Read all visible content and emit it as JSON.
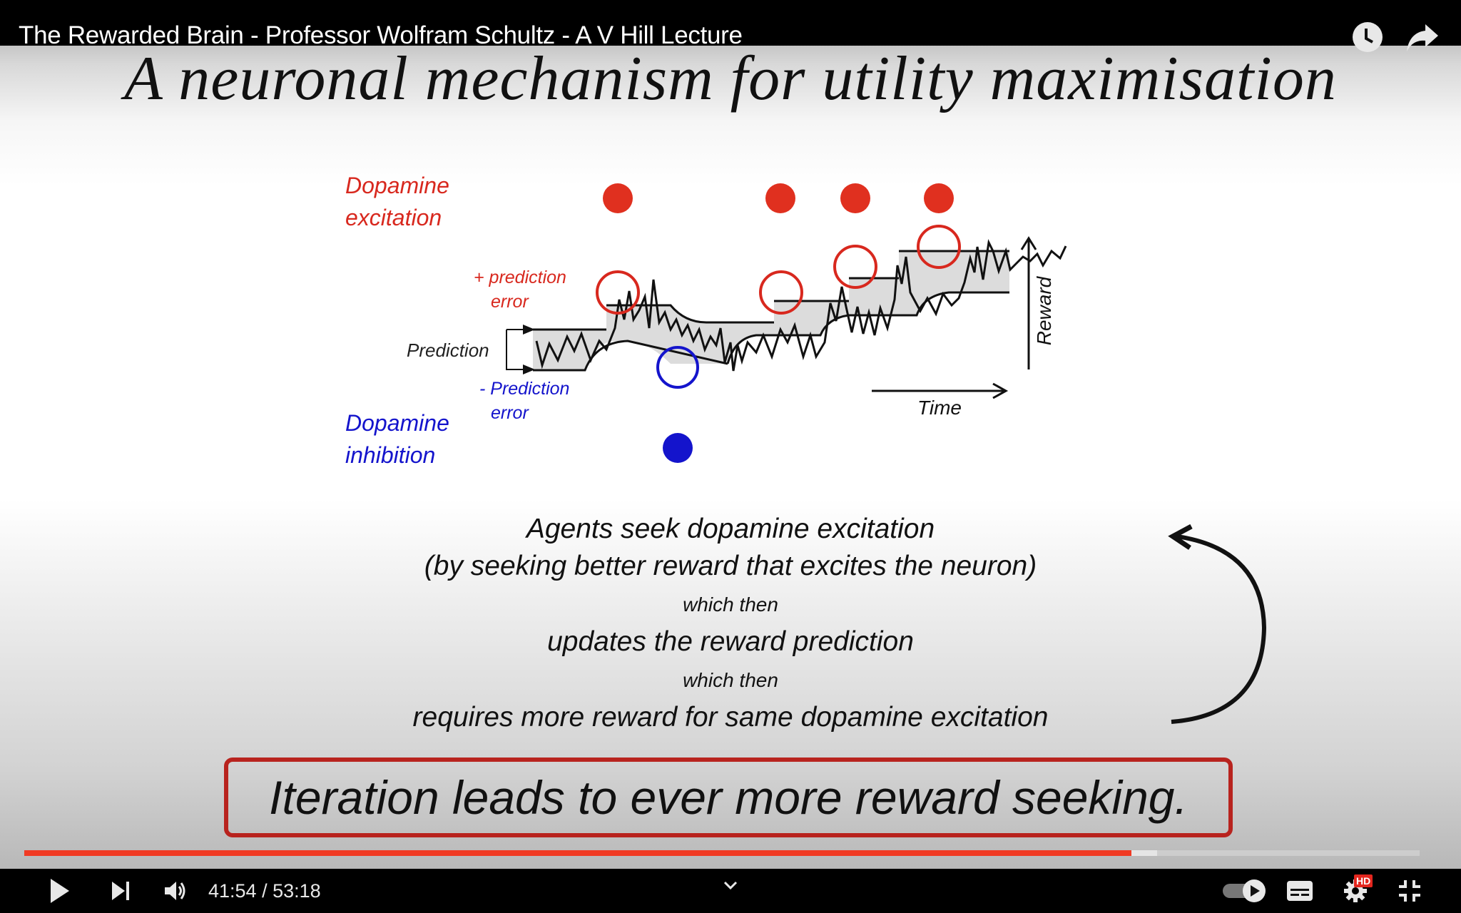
{
  "player": {
    "video_title": "The Rewarded Brain - Professor Wolfram Schultz - A V Hill Lecture",
    "top_icons": [
      "clock-icon (watch later)",
      "share-arrow-icon"
    ],
    "current_time": "41:54",
    "duration": "53:18",
    "time_display": "41:54 / 53:18",
    "progress_percent": 78.7,
    "buffered_percent": 81.2,
    "hd_badge": "HD",
    "colors": {
      "progress": "#f03a23",
      "hd_badge": "#e3261e",
      "bar_bg": "#000000"
    },
    "controls": [
      "play",
      "next",
      "volume",
      "chapters-chevron",
      "autoplay-toggle",
      "subtitles",
      "settings",
      "exit-fullscreen"
    ]
  },
  "slide": {
    "title": "A neuronal mechanism for utility maximisation",
    "diagram": {
      "excitation_label_1": "Dopamine",
      "excitation_label_2": "excitation",
      "plus_error_1": "+ prediction",
      "plus_error_2": "error",
      "prediction_label": "Prediction",
      "minus_error_1": "- Prediction",
      "minus_error_2": "error",
      "inhibition_label_1": "Dopamine",
      "inhibition_label_2": "inhibition",
      "time_axis": "Time",
      "reward_axis": "Reward",
      "colors": {
        "excitation": "#d8281e",
        "inhibition": "#1414cc",
        "band": "#dcdcdc"
      }
    },
    "lines": {
      "l1": "Agents seek dopamine excitation",
      "l2": "(by seeking better reward that excites the neuron)",
      "l3": "which then",
      "l4": "updates the reward prediction",
      "l5": "which then",
      "l6": "requires more reward for same dopamine excitation"
    },
    "callout": "Iteration leads to ever more reward seeking."
  },
  "chart_data": {
    "type": "line",
    "title": "A neuronal mechanism for utility maximisation",
    "xlabel": "Time",
    "ylabel": "Reward",
    "description": "Dopamine neuron activity trace within a stepwise-rising reward prediction band; positive prediction errors (red circles) produce dopamine excitation, negative prediction error (blue circle) produces dopamine inhibition.",
    "events": [
      {
        "order": 1,
        "type": "+ prediction error",
        "result": "Dopamine excitation"
      },
      {
        "order": 2,
        "type": "- prediction error",
        "result": "Dopamine inhibition"
      },
      {
        "order": 3,
        "type": "+ prediction error",
        "result": "Dopamine excitation"
      },
      {
        "order": 4,
        "type": "+ prediction error",
        "result": "Dopamine excitation"
      },
      {
        "order": 5,
        "type": "+ prediction error",
        "result": "Dopamine excitation"
      }
    ],
    "excitation_dot_count": 4,
    "inhibition_dot_count": 1
  }
}
